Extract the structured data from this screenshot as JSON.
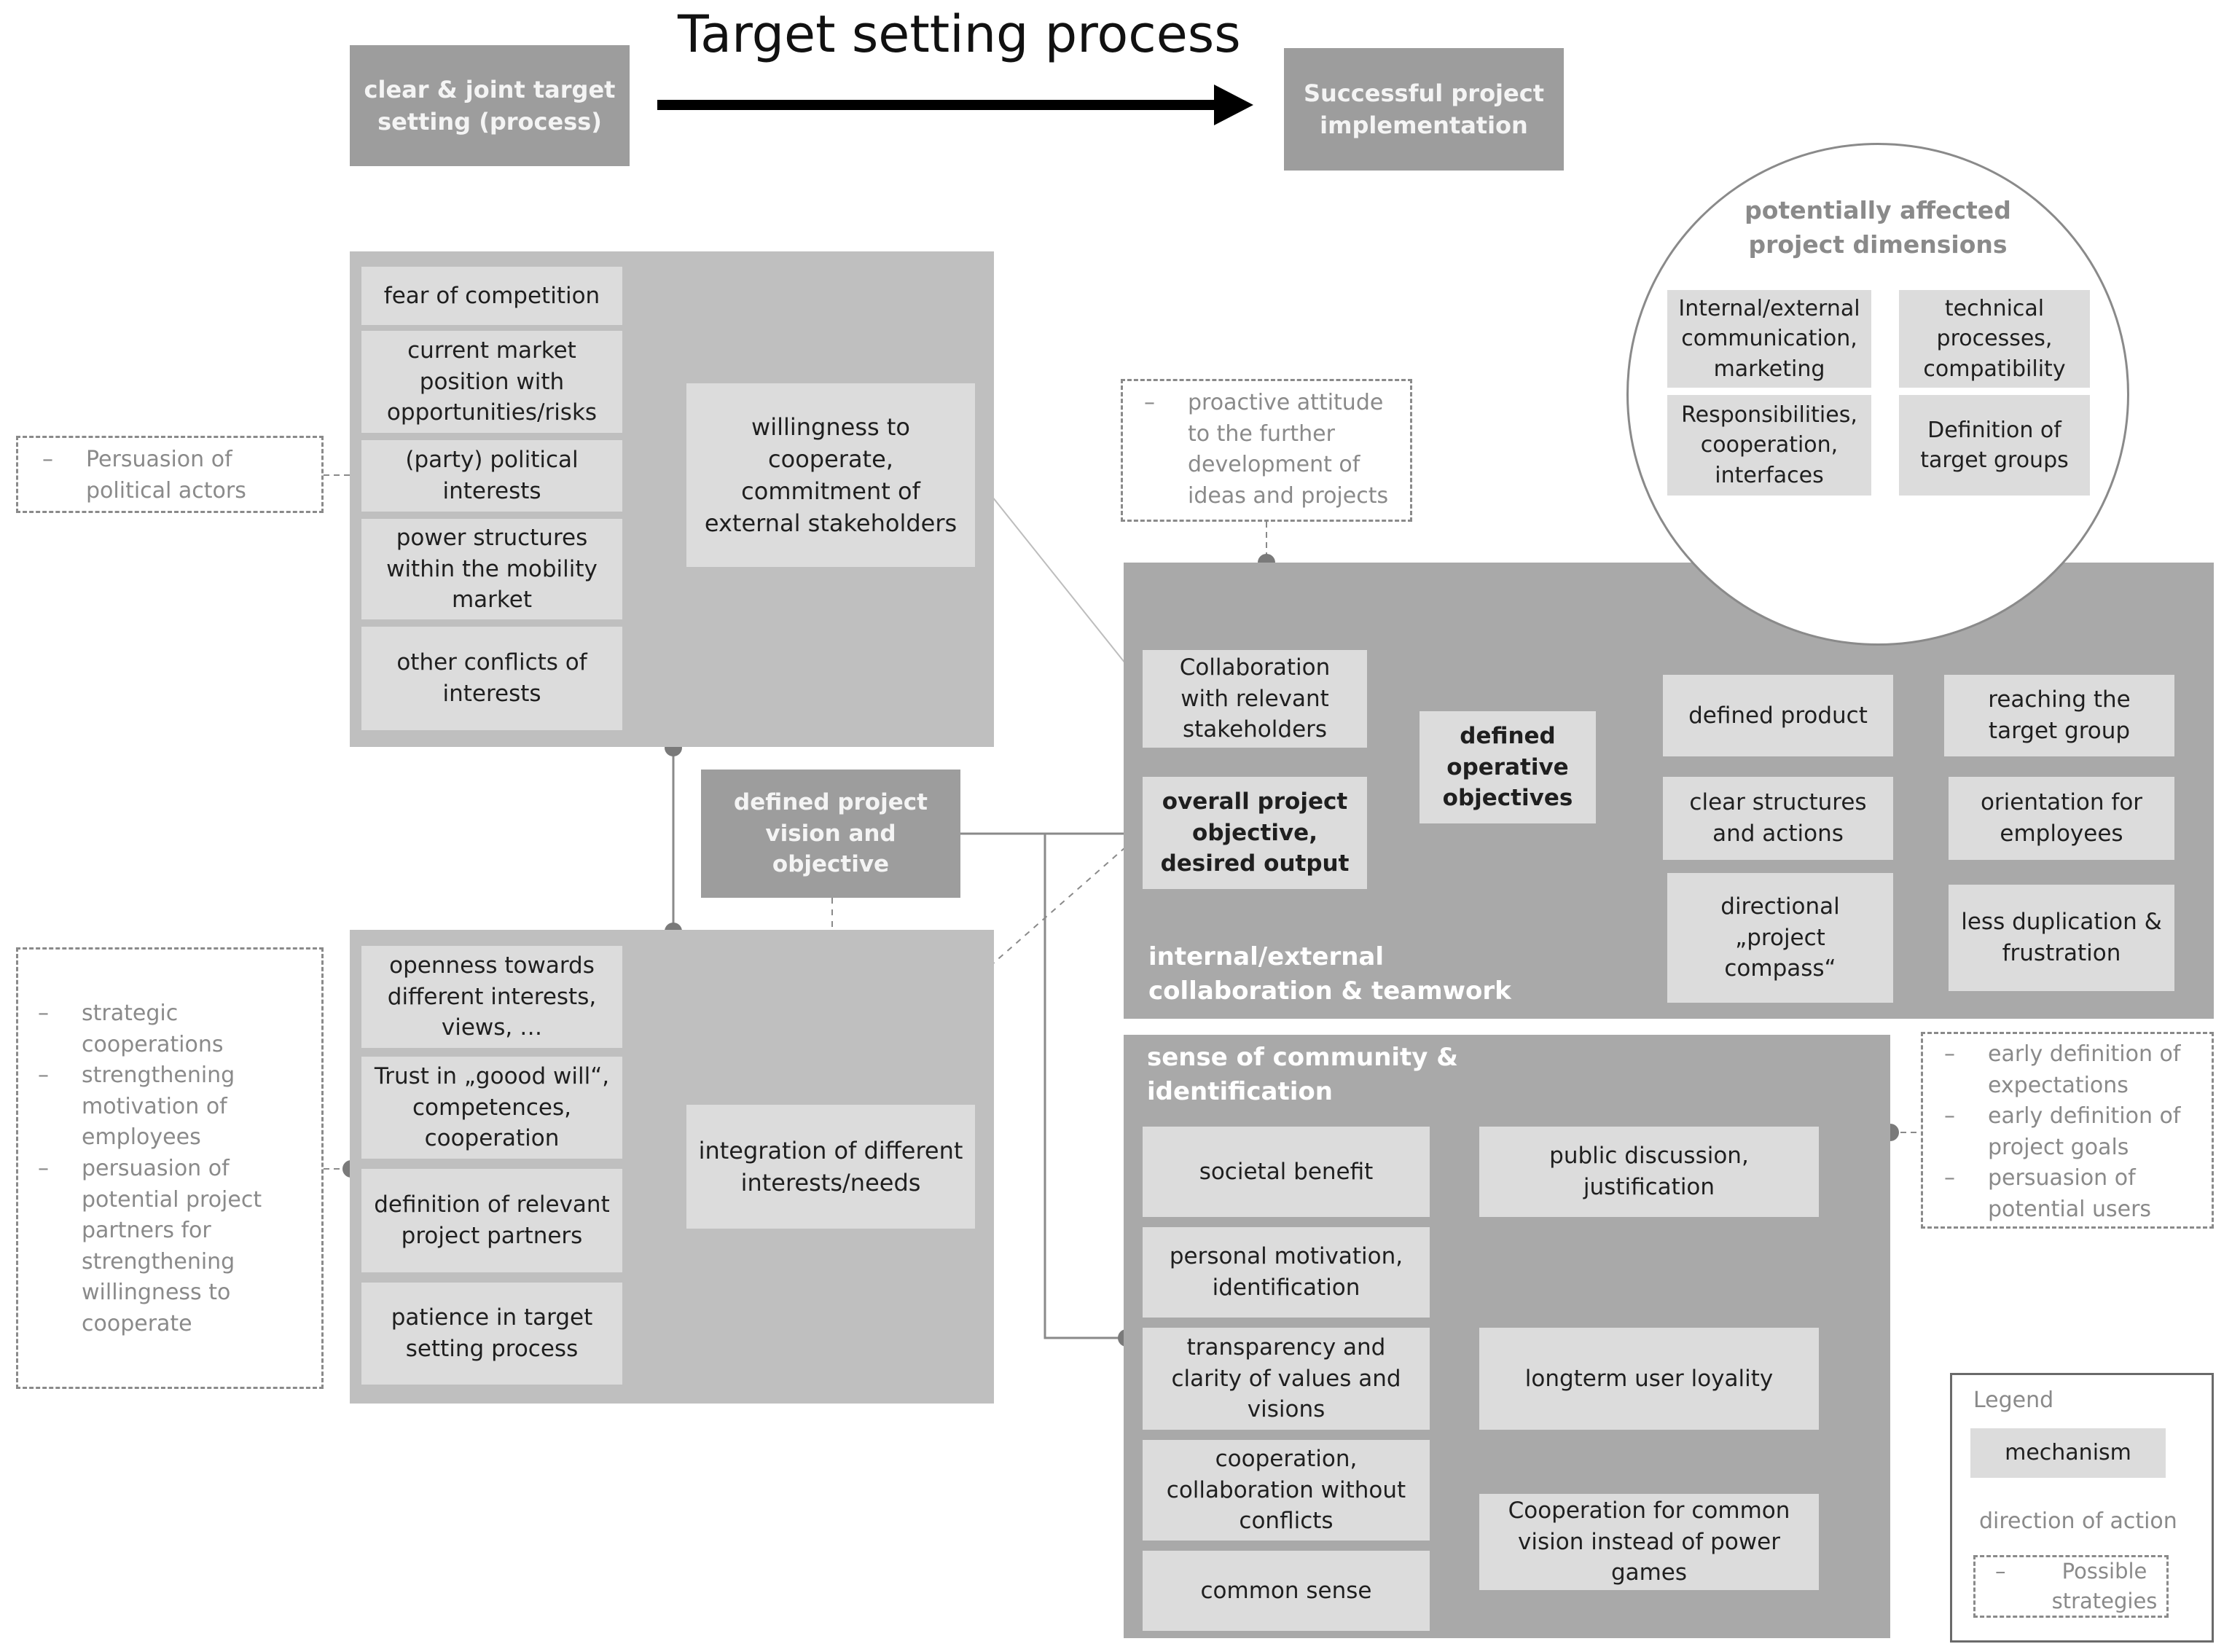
{
  "header": {
    "title": "Target setting process",
    "left_box": "clear & joint target setting (process)",
    "right_box": "Successful project implementation"
  },
  "stakeholders": {
    "factors": [
      "fear of competition",
      "current market position with opportunities/risks",
      "(party) political interests",
      "power structures within the mobility market",
      "other conflicts of interests"
    ],
    "mechanism": "willingness to cooperate, commitment of external stakeholders"
  },
  "strategy_left_top": [
    "Persuasion of political actors"
  ],
  "vision": "defined project vision and objective",
  "interests": {
    "factors": [
      "openness towards different interests, views, …",
      "Trust in „goood will“, competences, cooperation",
      "definition of relevant project partners",
      "patience in target setting process"
    ],
    "mechanism": "integration of different interests/needs"
  },
  "strategy_left_bottom": [
    "strategic cooperations",
    "strengthening motivation of employees",
    "persuasion of potential project partners for strengthening willingness to cooperate"
  ],
  "strategy_proactive": [
    "proactive attitude to the further development of ideas and projects"
  ],
  "collaboration": {
    "label": "internal/external collaboration & teamwork",
    "collab_stakeholders": "Collaboration with relevant stakeholders",
    "overall_objective": "overall project objective, desired output",
    "operative": "defined operative objectives",
    "defined_product": "defined product",
    "clear_structures": "clear structures and actions",
    "compass": "directional „project compass“",
    "reaching": "reaching the target group",
    "orientation": "orientation for employees",
    "less_dup": "less duplication & frustration"
  },
  "dimensions": {
    "title": "potentially affected project dimensions",
    "items": [
      "Internal/external communication, marketing",
      "technical processes, compatibility",
      "Responsibilities, cooperation, interfaces",
      "Definition of target groups"
    ]
  },
  "community": {
    "label": "sense of community & identification",
    "societal": "societal benefit",
    "public": "public discussion, justification",
    "personal": "personal motivation, identification",
    "transparency": "transparency and clarity of values and visions",
    "loyalty": "longterm user loyality",
    "cooperation_nc": "cooperation, collaboration without conflicts",
    "common_sense": "common sense",
    "common_vision": "Cooperation for common vision instead of power games"
  },
  "strategy_right": [
    "early definition of expectations",
    "early definition of project goals",
    "persuasion of potential users"
  ],
  "legend": {
    "title": "Legend",
    "mechanism": "mechanism",
    "direction": "direction of action",
    "strategies": "Possible strategies"
  }
}
